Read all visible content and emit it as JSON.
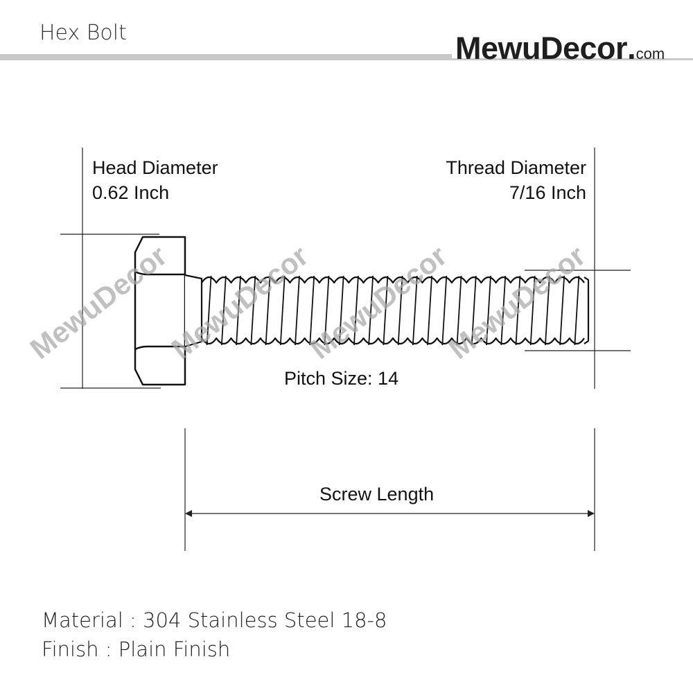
{
  "header": {
    "title": "Hex Bolt",
    "brand": {
      "name": "MewuDecor",
      "dot": ".",
      "tld": "com"
    }
  },
  "diagram": {
    "head_diameter": {
      "label": "Head Diameter",
      "value": "0.62 Inch"
    },
    "thread_diameter": {
      "label": "Thread Diameter",
      "value": "7/16 Inch"
    },
    "pitch": {
      "label": "Pitch Size: 14"
    },
    "length": {
      "label": "Screw Length"
    },
    "watermark": "MewuDecor"
  },
  "specs": {
    "material": "Material : 304 Stainless Steel 18-8",
    "finish": "Finish : Plain Finish"
  }
}
